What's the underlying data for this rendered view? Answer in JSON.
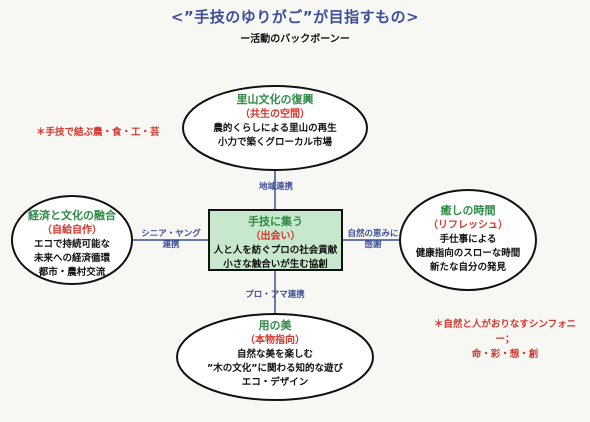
{
  "header": {
    "title": "<”手技のゆりがご”が目指すもの>",
    "subtitle": "ー活動のバックボーンー"
  },
  "nodes": {
    "top": {
      "head": "里山文化の復興",
      "sub": "（共生の空間）",
      "lines": [
        "農的くらしによる里山の再生",
        "小力で築くグローカル市場"
      ]
    },
    "center": {
      "head": "手技に集う",
      "sub": "（出会い）",
      "lines": [
        "人と人を紡ぐプロの社会貢献",
        "小さな触合いが生む協創"
      ]
    },
    "left": {
      "head": "経済と文化の融合",
      "sub": "（自給自作）",
      "lines": [
        "エコで持続可能な",
        "未来への経済循環",
        "都市・農村交流"
      ]
    },
    "right": {
      "head": "癒しの時間",
      "sub": "（リフレッシュ）",
      "lines": [
        "手仕事による",
        "健康指向のスローな時間",
        "新たな自分の発見"
      ]
    },
    "bottom": {
      "head": "用の美",
      "sub": "（本物指向）",
      "lines": [
        "自然な美を楽しむ",
        "”木の文化”に関わる知的な遊び",
        "エコ・デザイン"
      ]
    }
  },
  "edges": {
    "top": "地域連携",
    "left_line1": "シニア・ヤング",
    "left_line2": "連携",
    "right_line1": "自然の恵みに",
    "right_line2": "感謝",
    "bottom": "プロ・アマ連携"
  },
  "notes": {
    "left": "＊手技で結ぶ農・食・工・芸",
    "right_line1": "＊自然と人がおりなすシンフォニー；",
    "right_line2": "命・彩・想・創"
  },
  "colors": {
    "title": "#3d4f9a",
    "heading": "#2e8b46",
    "subheading": "#d2372f",
    "center_fill": "#c8e8cd"
  }
}
